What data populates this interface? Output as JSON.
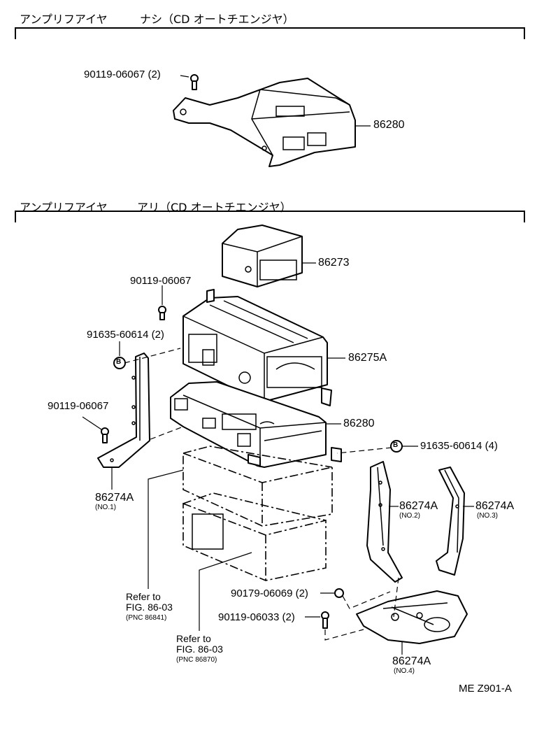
{
  "sections": {
    "without_cd": {
      "label": "アンプリフアイヤ",
      "condition": "ナシ（CD オートチエンジヤ）"
    },
    "with_cd": {
      "label": "アンプリフアイヤ",
      "condition": "アリ（CD オートチエンジヤ）"
    }
  },
  "parts": {
    "top_bolt": "90119-06067 (2)",
    "top_amp": "86280",
    "changer_magazine": "86273",
    "bolt_a": "90119-06067",
    "washer_a": "91635-60614 (2)",
    "changer": "86275A",
    "bolt_b": "90119-06067",
    "amp": "86280",
    "washer_b": "91635-60614 (4)",
    "bracket1": "86274A",
    "bracket1_sub": "(NO.1)",
    "bracket2": "86274A",
    "bracket2_sub": "(NO.2)",
    "bracket3": "86274A",
    "bracket3_sub": "(NO.3)",
    "bracket4": "86274A",
    "bracket4_sub": "(NO.4)",
    "nut": "90179-06069 (2)",
    "bolt_c": "90119-06033 (2)"
  },
  "refs": {
    "ref1": {
      "line1": "Refer to",
      "line2": "FIG. 86-03",
      "line3": "(PNC  86841)"
    },
    "ref2": {
      "line1": "Refer to",
      "line2": "FIG. 86-03",
      "line3": "(PNC  86870)"
    }
  },
  "washer_symbol": "B",
  "figure_code": "ME  Z901-A"
}
